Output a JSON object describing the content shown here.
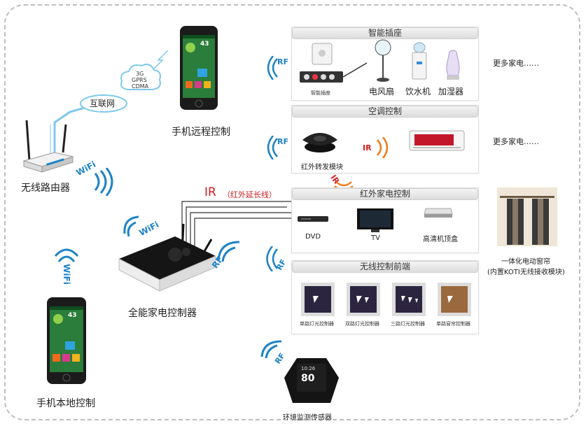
{
  "nodes": {
    "router": "无线路由器",
    "internet": "互联网",
    "network_types": [
      "3G",
      "GPRS",
      "CDMA"
    ],
    "phone_remote": "手机远程控制",
    "phone_local": "手机本地控制",
    "controller": "全能家电控制器",
    "env_sensor": "环境监测传感器",
    "curtain_line1": "一体化电动窗帘",
    "curtain_line2": "(内置KOTI无线接收模块)"
  },
  "protocols": {
    "wifi": "WiFi",
    "rf": "RF",
    "ir": "IR",
    "ir_ext": "（红外延长线）"
  },
  "panels": {
    "smart_socket": {
      "title": "智能插座",
      "items": [
        "智能插座",
        "电风扇",
        "饮水机",
        "加湿器"
      ],
      "more": "更多家电……"
    },
    "ac": {
      "title": "空调控制",
      "items": [
        "红外转发模块"
      ],
      "more": "更多家电……"
    },
    "ir_appliance": {
      "title": "红外家电控制",
      "items": [
        "DVD",
        "TV",
        "高清机顶盒"
      ]
    },
    "wireless_front": {
      "title": "无线控制前端",
      "items": [
        "单路灯光控制器",
        "双路灯光控制器",
        "三路灯光控制器",
        "单路窗帘控制器"
      ]
    }
  },
  "phone_screen": {
    "temp": "43",
    "clock": "10:26",
    "reading": "80"
  },
  "colors": {
    "accent_blue": "#1d83c6",
    "ir_red": "#d11f1f",
    "cloud_blue": "#7ec8ea"
  }
}
